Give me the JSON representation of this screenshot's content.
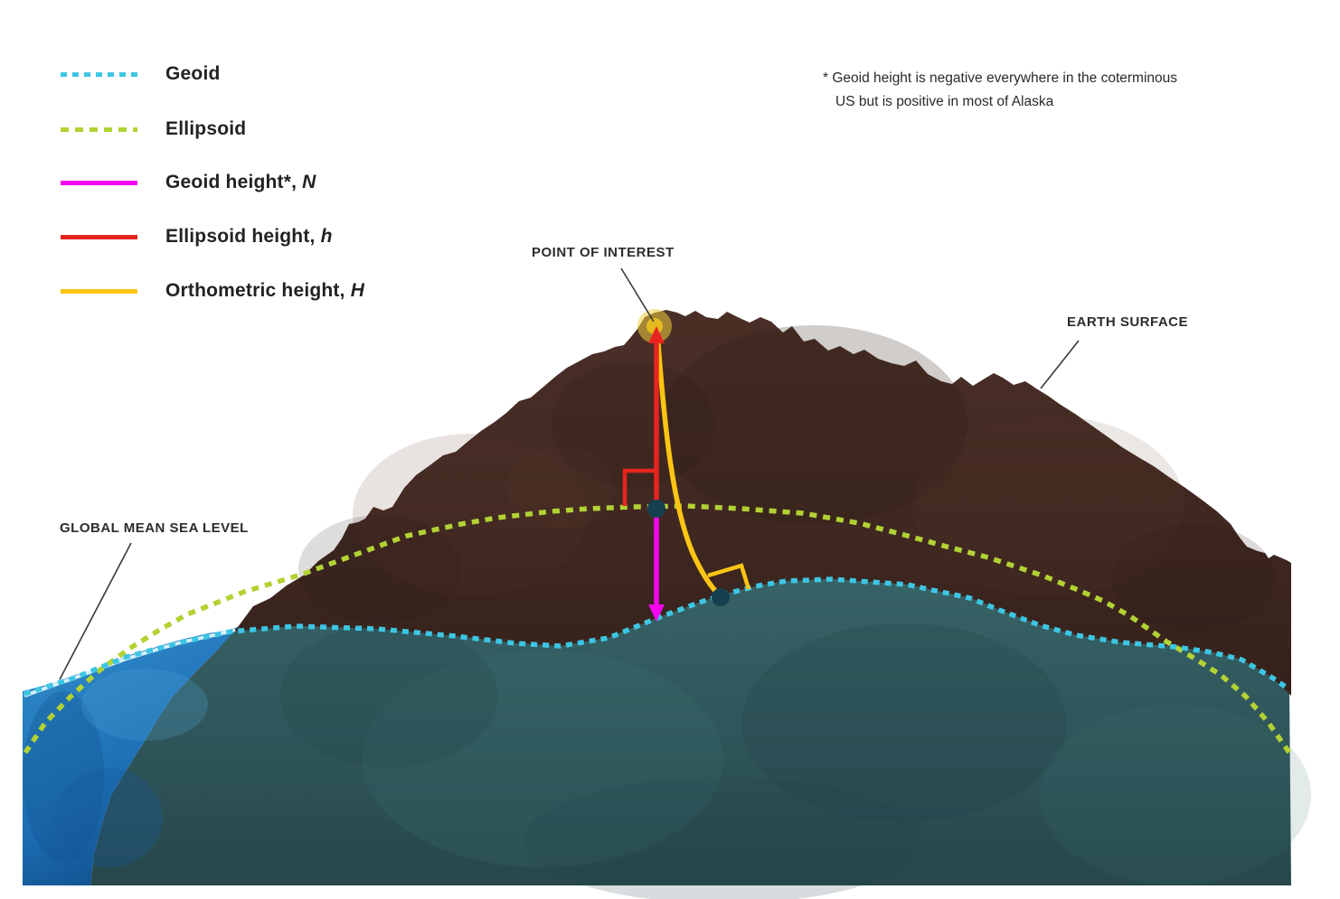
{
  "legend": {
    "items": [
      {
        "label": "Geoid",
        "var": "",
        "swatch": "dotted",
        "color": "#3cc6e4"
      },
      {
        "label": "Ellipsoid",
        "var": "",
        "swatch": "dashed",
        "color": "#b2d234"
      },
      {
        "label": "Geoid height*, ",
        "var": "N",
        "swatch": "solid",
        "color": "#f705f0"
      },
      {
        "label": "Ellipsoid height, ",
        "var": "h",
        "swatch": "solid",
        "color": "#e7241f"
      },
      {
        "label": "Orthometric height, ",
        "var": "H",
        "swatch": "solid",
        "color": "#fdc513"
      }
    ]
  },
  "footnote": {
    "line1": "* Geoid height is negative everywhere in the coterminous",
    "line2": "US but is positive in most of Alaska"
  },
  "labels": {
    "point_of_interest": "POINT OF INTEREST",
    "earth_surface": "EARTH SURFACE",
    "global_mean_sea_level": "GLOBAL MEAN SEA LEVEL"
  },
  "colors": {
    "geoid_line": "#3cc6e4",
    "ellipsoid_line": "#b2d234",
    "geoid_height_arrow": "#f705f0",
    "ellipsoid_height_arrow": "#e7241f",
    "orthometric_height_curve": "#fdc513",
    "ocean": "#1d74b8",
    "rock_above_geoid": "#422a23",
    "rock_below_geoid": "#31585b",
    "marker_dot": "#14404f",
    "poi_highlight": "#f0cd3c",
    "leader_line": "#3a3a3a",
    "sea_surface_foam": "#d6f0f8"
  }
}
